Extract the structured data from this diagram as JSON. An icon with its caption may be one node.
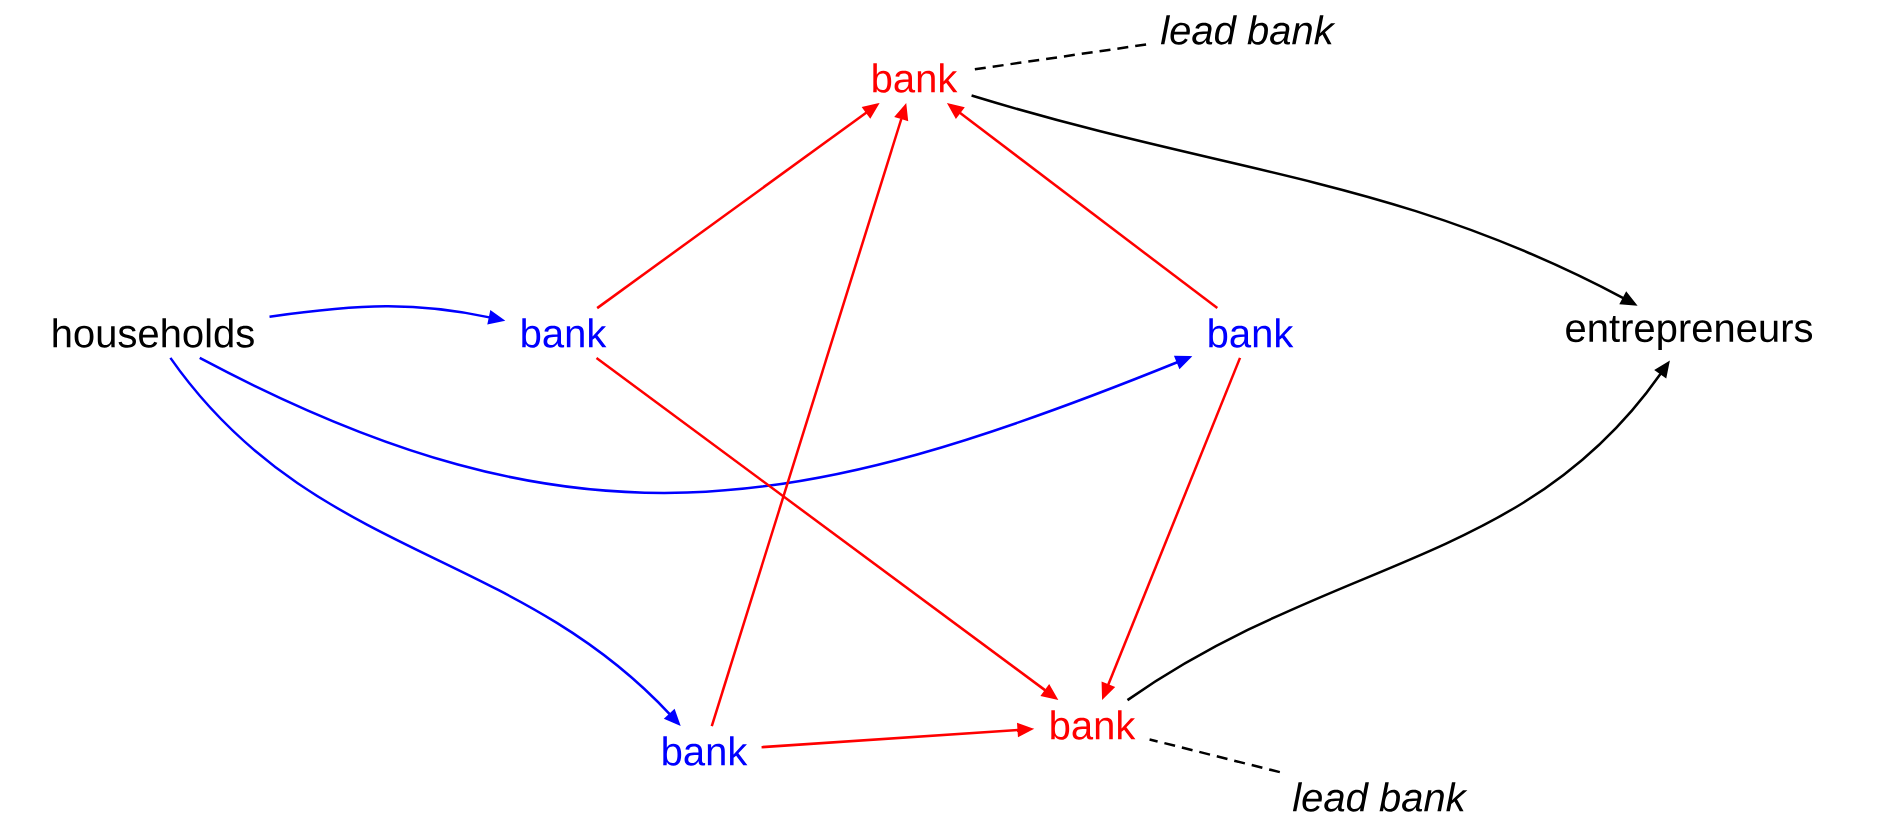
{
  "diagram": {
    "nodes": [
      {
        "text": [
          "households"
        ]
      },
      {
        "text": [
          "bank"
        ]
      },
      {
        "text": [
          "bank"
        ]
      },
      {
        "text": [
          "bank"
        ]
      },
      {
        "text": [
          "entrepreneurs"
        ]
      },
      {
        "text": [
          "bank"
        ]
      },
      {
        "text": [
          "bank"
        ]
      },
      {
        "text": [
          "lead bank"
        ]
      },
      {
        "text": [
          "lead bank"
        ]
      }
    ],
    "edges": [
      {
        "from": 0,
        "to": 1,
        "arrow": "to",
        "color": "#0000ff"
      },
      {
        "from": 0,
        "to": 3,
        "arrow": "to",
        "color": "#0000ff"
      },
      {
        "from": 0,
        "to": 5,
        "arrow": "to",
        "color": "#0000ff"
      },
      {
        "from": 1,
        "to": 2,
        "arrow": "to"
      },
      {
        "from": 1,
        "to": 6,
        "arrow": "to"
      },
      {
        "from": 5,
        "to": 2,
        "arrow": "to"
      },
      {
        "from": 3,
        "to": 2,
        "arrow": "to"
      },
      {
        "from": 3,
        "to": 6,
        "arrow": "to"
      },
      {
        "from": 5,
        "to": 6,
        "arrow": "to"
      },
      {
        "from": 2,
        "to": 4,
        "arrow": "to",
        "color": "#000000"
      },
      {
        "from": 6,
        "to": 4,
        "arrow": "to",
        "color": "#000000"
      },
      {
        "from": 7,
        "to": 2,
        "arrow": "none",
        "style": "dashed",
        "color": "#000000"
      },
      {
        "from": 8,
        "to": 6,
        "arrow": "none",
        "style": "dashed",
        "color": "#000000"
      }
    ]
  }
}
